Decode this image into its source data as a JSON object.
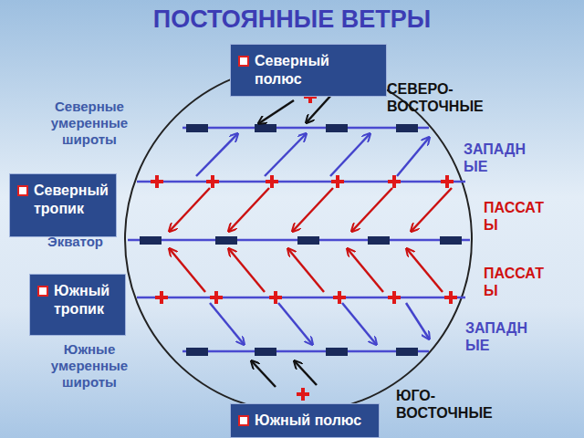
{
  "diagram": {
    "title": "ПОСТОЯННЫЕ ВЕТРЫ",
    "nodes": [
      {
        "text": [
          "Северный полюс"
        ]
      },
      {
        "text": [
          "Северный тропик"
        ]
      },
      {
        "text": [
          "Южный тропик"
        ]
      },
      {
        "text": [
          "Южный полюс"
        ]
      }
    ],
    "labels": [
      "Северные умеренные широты",
      "Экватор",
      "Южные умеренные широты",
      "СЕВЕРО-ВОСТОЧНЫЕ",
      "ЗАПАДНЫЕ",
      "ПАССАТЫ",
      "ПАССАТЫ",
      "ЗАПАДНЫЕ",
      "ЮГО-ВОСТОЧНЫЕ"
    ]
  }
}
